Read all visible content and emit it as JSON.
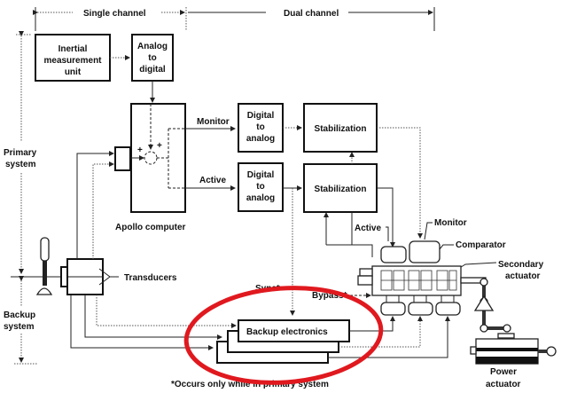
{
  "diagram": {
    "header": {
      "single_channel": "Single channel",
      "dual_channel": "Dual channel"
    },
    "side_labels": {
      "primary_1": "Primary",
      "primary_2": "system",
      "backup_1": "Backup",
      "backup_2": "system"
    },
    "blocks": {
      "imu": [
        "Inertial",
        "measurement",
        "unit"
      ],
      "adc": [
        "Analog",
        "to",
        "digital"
      ],
      "dac_monitor": [
        "Digital",
        "to",
        "analog"
      ],
      "dac_active": [
        "Digital",
        "to",
        "analog"
      ],
      "stab_monitor": "Stabilization",
      "stab_active": "Stabilization",
      "backup_electronics": "Backup electronics"
    },
    "labels": {
      "apollo_computer": "Apollo computer",
      "monitor_line": "Monitor",
      "active_line": "Active",
      "transducers": "Transducers",
      "sync": "Sync*",
      "bypass": "Bypass*",
      "active_valve": "Active",
      "monitor_valve": "Monitor",
      "comparator": "Comparator",
      "secondary_actuator_1": "Secondary",
      "secondary_actuator_2": "actuator",
      "power_actuator_1": "Power",
      "power_actuator_2": "actuator",
      "plus_1": "+",
      "plus_2": "+",
      "footnote": "*Occurs only while in primary system"
    },
    "annotation": {
      "highlight_color": "#e0191f",
      "highlight_target": "Backup electronics"
    }
  }
}
